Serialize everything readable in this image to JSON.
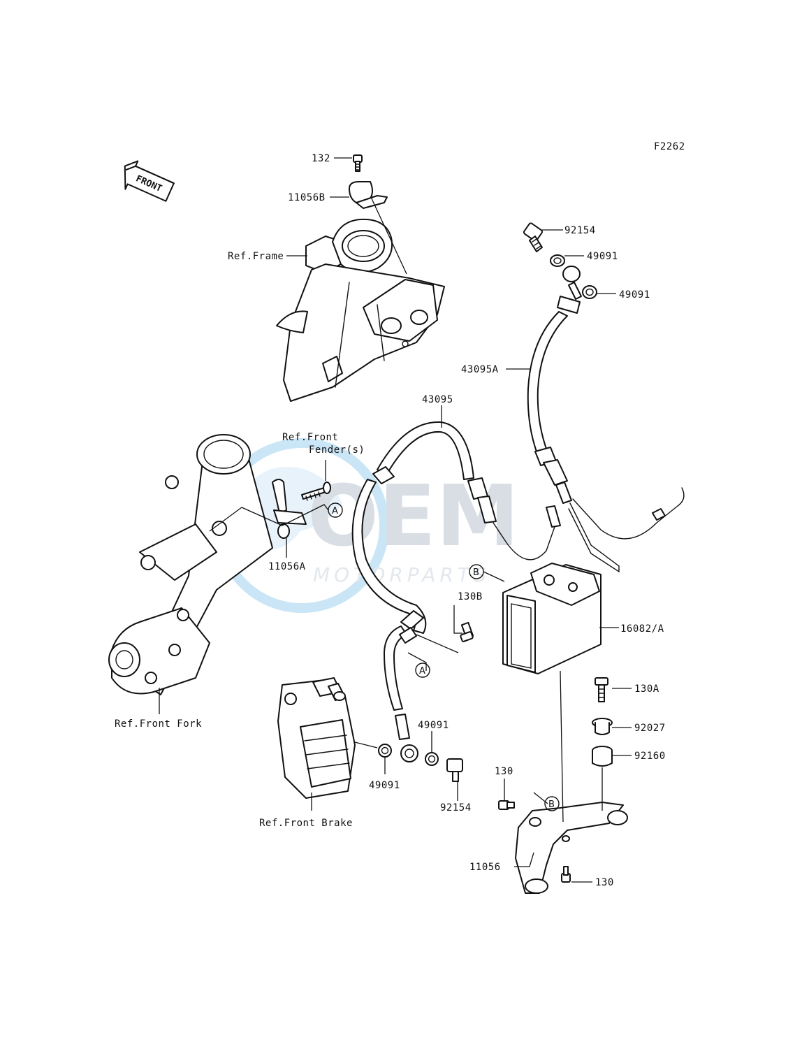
{
  "diagram_code": "F2262",
  "front_arrow_text": "FRONT",
  "watermark": {
    "logo_text": "OEM",
    "sub_text": "MOTORPARTS"
  },
  "callouts": {
    "A": "A",
    "B": "B"
  },
  "labels": {
    "p132": "132",
    "p11056B": "11056B",
    "ref_frame": "Ref.Frame",
    "p92154_top": "92154",
    "p49091_top1": "49091",
    "p49091_top2": "49091",
    "p43095A": "43095A",
    "p43095": "43095",
    "ref_front_fender_1": "Ref.Front",
    "ref_front_fender_2": "Fender(s)",
    "p11056A": "11056A",
    "ref_front_fork": "Ref.Front Fork",
    "p130B": "130B",
    "p16082A": "16082/A",
    "p130A": "130A",
    "p92027": "92027",
    "p92160": "92160",
    "p49091_bot_r": "49091",
    "p49091_bot_l": "49091",
    "p92154_bot": "92154",
    "ref_front_brake": "Ref.Front Brake",
    "p130_top": "130",
    "p11056": "11056",
    "p130_bot": "130"
  }
}
